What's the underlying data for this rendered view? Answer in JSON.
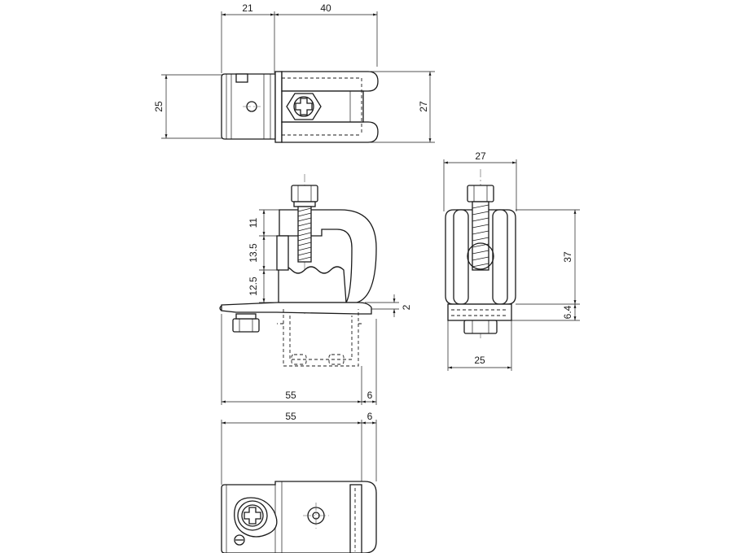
{
  "drawing": {
    "top_view": {
      "dim_width_left": "21",
      "dim_width_right": "40",
      "dim_height_left": "25",
      "dim_height_right": "27"
    },
    "front_view": {
      "dim_11": "11",
      "dim_13_5": "13.5",
      "dim_12_5": "12.5",
      "dim_2": "2",
      "dim_55": "55",
      "dim_6": "6"
    },
    "side_view": {
      "dim_top": "27",
      "dim_37": "37",
      "dim_6_4": "6.4",
      "dim_bottom": "25"
    },
    "bottom_view": {
      "dim_55": "55",
      "dim_6": "6"
    }
  }
}
